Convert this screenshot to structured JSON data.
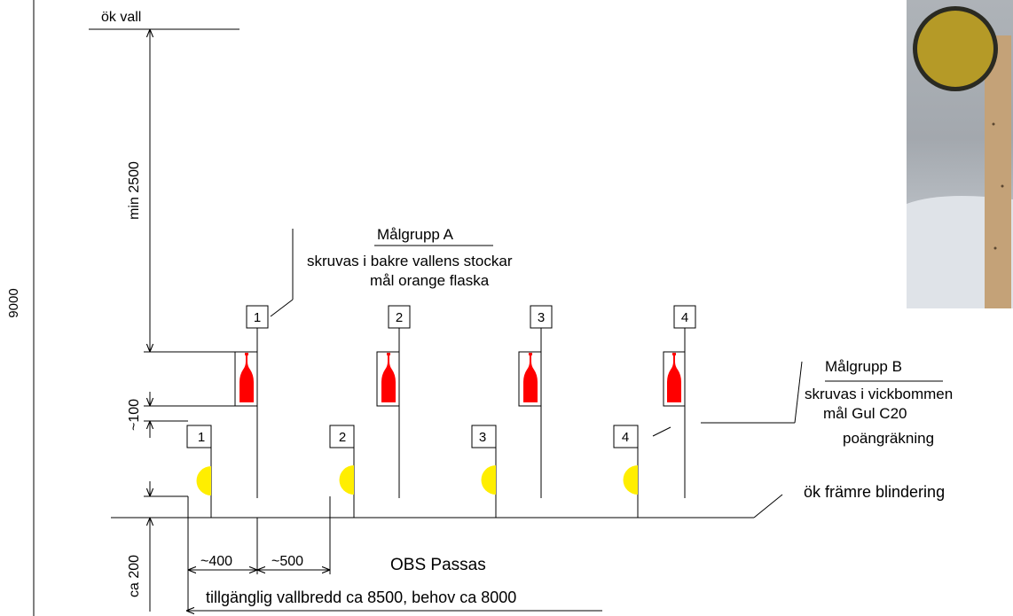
{
  "labels": {
    "ok_vall": "ök vall",
    "min_2500": "min 2500",
    "dim_9000": "9000",
    "dim_100": "~100",
    "dim_200": "ca 200",
    "dim_400": "~400",
    "dim_500": "~500",
    "obs": "OBS Passas",
    "bredd": "tillgänglig vallbredd ca 8500, behov ca 8000",
    "framre": "ök främre blindering"
  },
  "group_a": {
    "title": "Målgrupp A",
    "line1": "skruvas i bakre vallens stockar",
    "line2": "mål orange flaska",
    "numbers": [
      "1",
      "2",
      "3",
      "4"
    ],
    "target_color": "#ff0000"
  },
  "group_b": {
    "title": "Målgrupp B",
    "line1": "skruvas i vickbommen",
    "line2": "mål Gul C20",
    "line3": "poängräkning",
    "numbers": [
      "1",
      "2",
      "3",
      "4"
    ],
    "target_color": "#ffee00"
  },
  "photo": {
    "sign_color": "#b59a27",
    "pole_color": "#c4a278"
  }
}
